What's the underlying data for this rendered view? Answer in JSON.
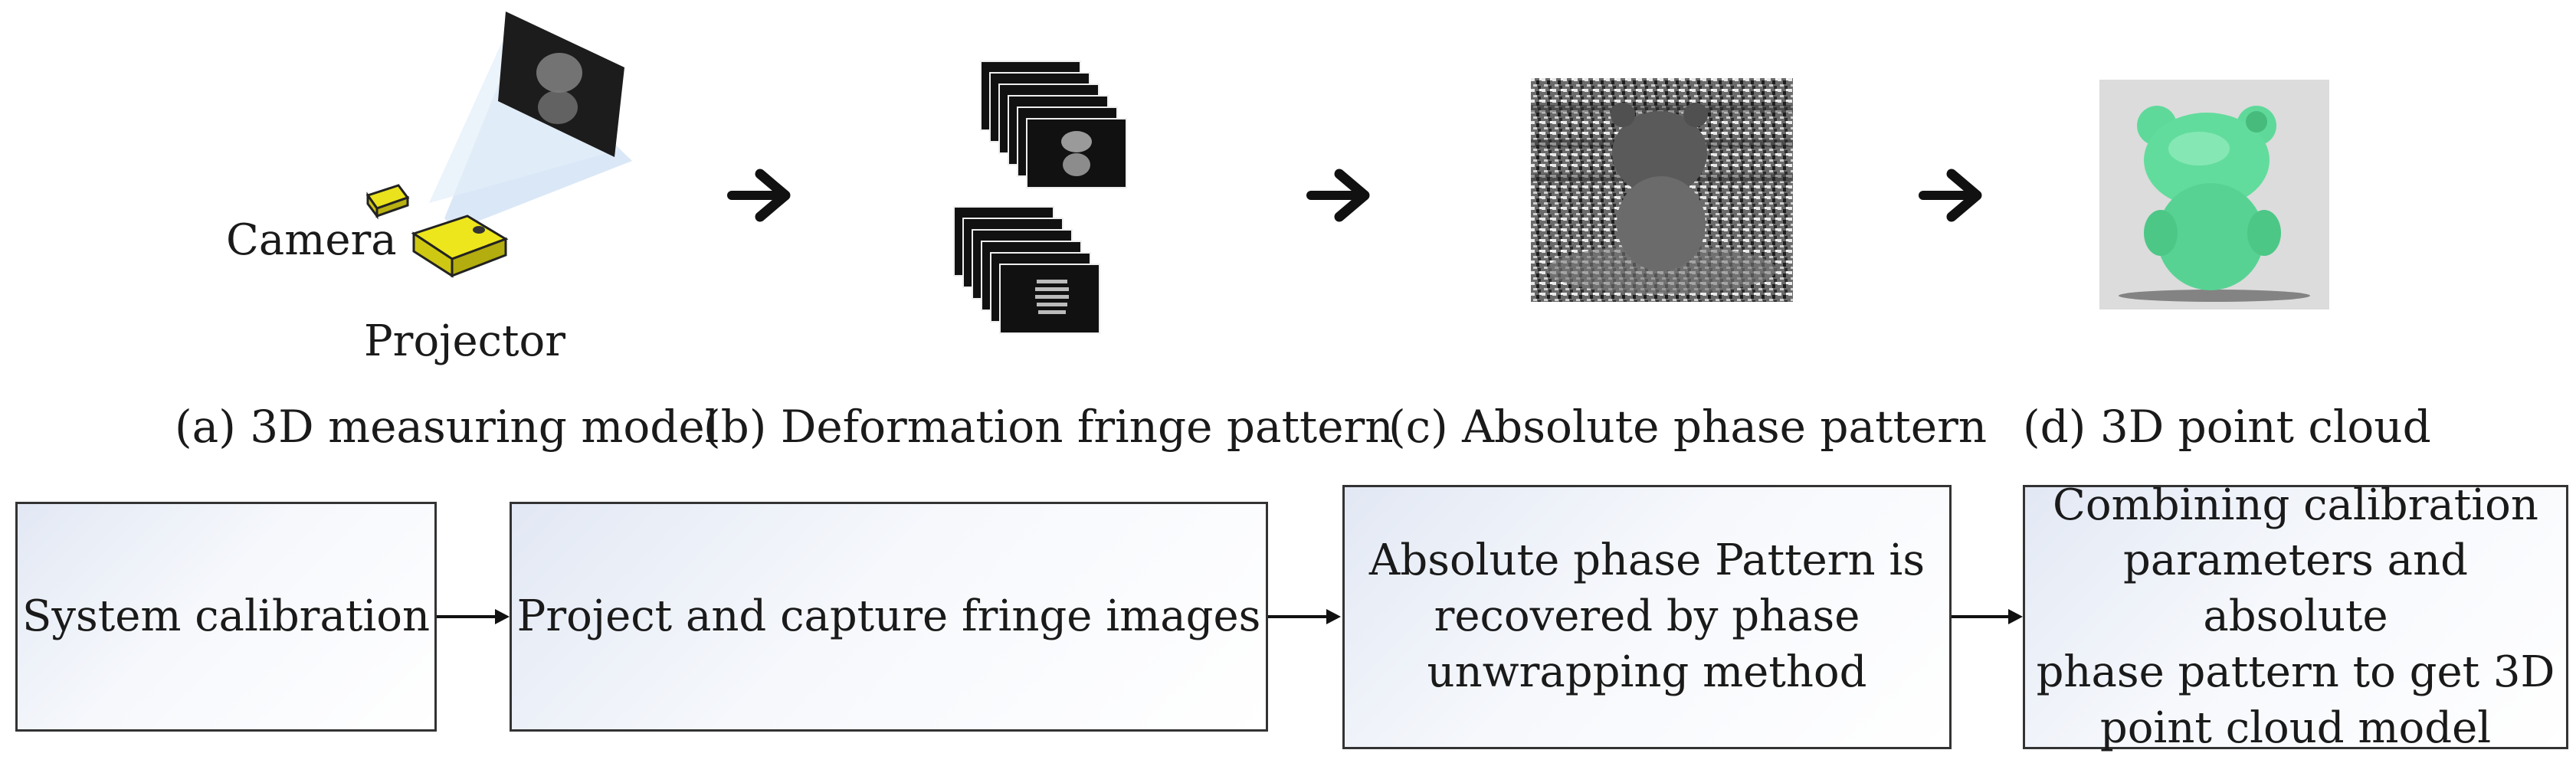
{
  "panel_a": {
    "camera_label": "Camera",
    "projector_label": "Projector",
    "caption": "(a) 3D measuring model"
  },
  "panel_b": {
    "caption": "(b) Deformation fringe pattern"
  },
  "panel_c": {
    "caption": "(c) Absolute phase pattern"
  },
  "panel_d": {
    "caption": "(d) 3D point cloud"
  },
  "flow": {
    "steps": [
      "System calibration",
      "Project and capture fringe images",
      "Absolute phase Pattern is\nrecovered by phase\nunwrapping method",
      "Combining calibration\nparameters and absolute\nphase pattern to get 3D\npoint cloud model"
    ]
  },
  "colors": {
    "box_border": "#333333",
    "box_fill": "#e2e8f4",
    "device_yellow": "#e9e21c",
    "point_cloud_green": "#5fd99a",
    "projection_beam": "#cfe0f3"
  },
  "icons": [
    "camera-icon",
    "projector-icon",
    "arrow-right-icon"
  ]
}
